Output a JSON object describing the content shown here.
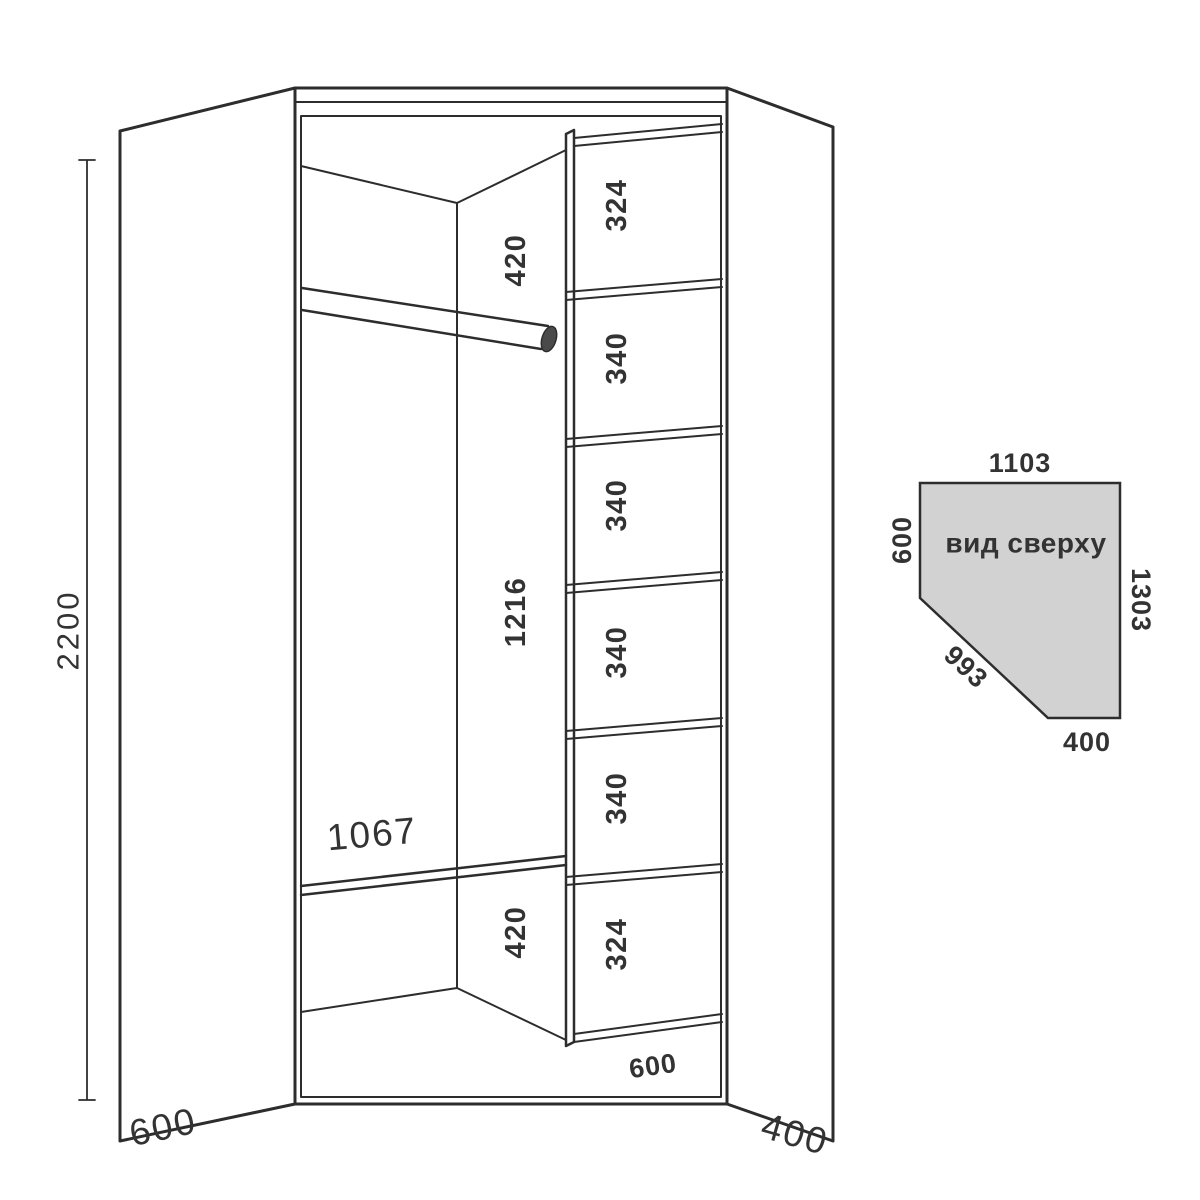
{
  "colors": {
    "line": "#2d2d2d",
    "text": "#333333",
    "top_view_fill": "#d2d2d2",
    "rod_cap_fill": "#4a4a4a",
    "background": "#ffffff"
  },
  "front_view": {
    "height": "2200",
    "left_depth": "600",
    "right_depth": "400",
    "shelf_width": "1067",
    "top_gap": "420",
    "middle_gap": "1216",
    "bottom_gap": "420",
    "column_depth": "600",
    "shelves": [
      "324",
      "340",
      "340",
      "340",
      "340",
      "324"
    ]
  },
  "top_view": {
    "caption": "вид сверху",
    "top_width": "1103",
    "left_depth": "600",
    "right_height": "1303",
    "diagonal": "993",
    "bottom_width": "400"
  }
}
